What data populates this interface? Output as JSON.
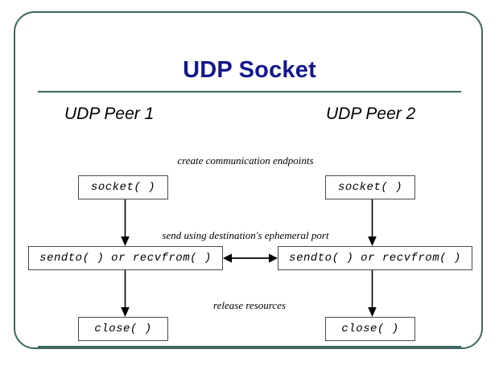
{
  "slide": {
    "title": "UDP Socket",
    "frame_color": "#3d6661",
    "title_color": "#13188c",
    "box_border_color": "#4a4a4a",
    "arrow_color": "#000000"
  },
  "columns": {
    "left_label": "UDP Peer 1",
    "right_label": "UDP Peer 2"
  },
  "annotations": {
    "create": "create communication endpoints",
    "send": "send using destination's ephemeral port",
    "release": "release resources"
  },
  "calls": {
    "socket_left": "socket( )",
    "socket_right": "socket( )",
    "io_left": "sendto( ) or recvfrom( )",
    "io_right": "sendto( ) or recvfrom( )",
    "close_left": "close( )",
    "close_right": "close( )"
  },
  "icons": {
    "down_arrow": "arrow-down-icon",
    "double_arrow": "arrow-left-right-icon"
  }
}
